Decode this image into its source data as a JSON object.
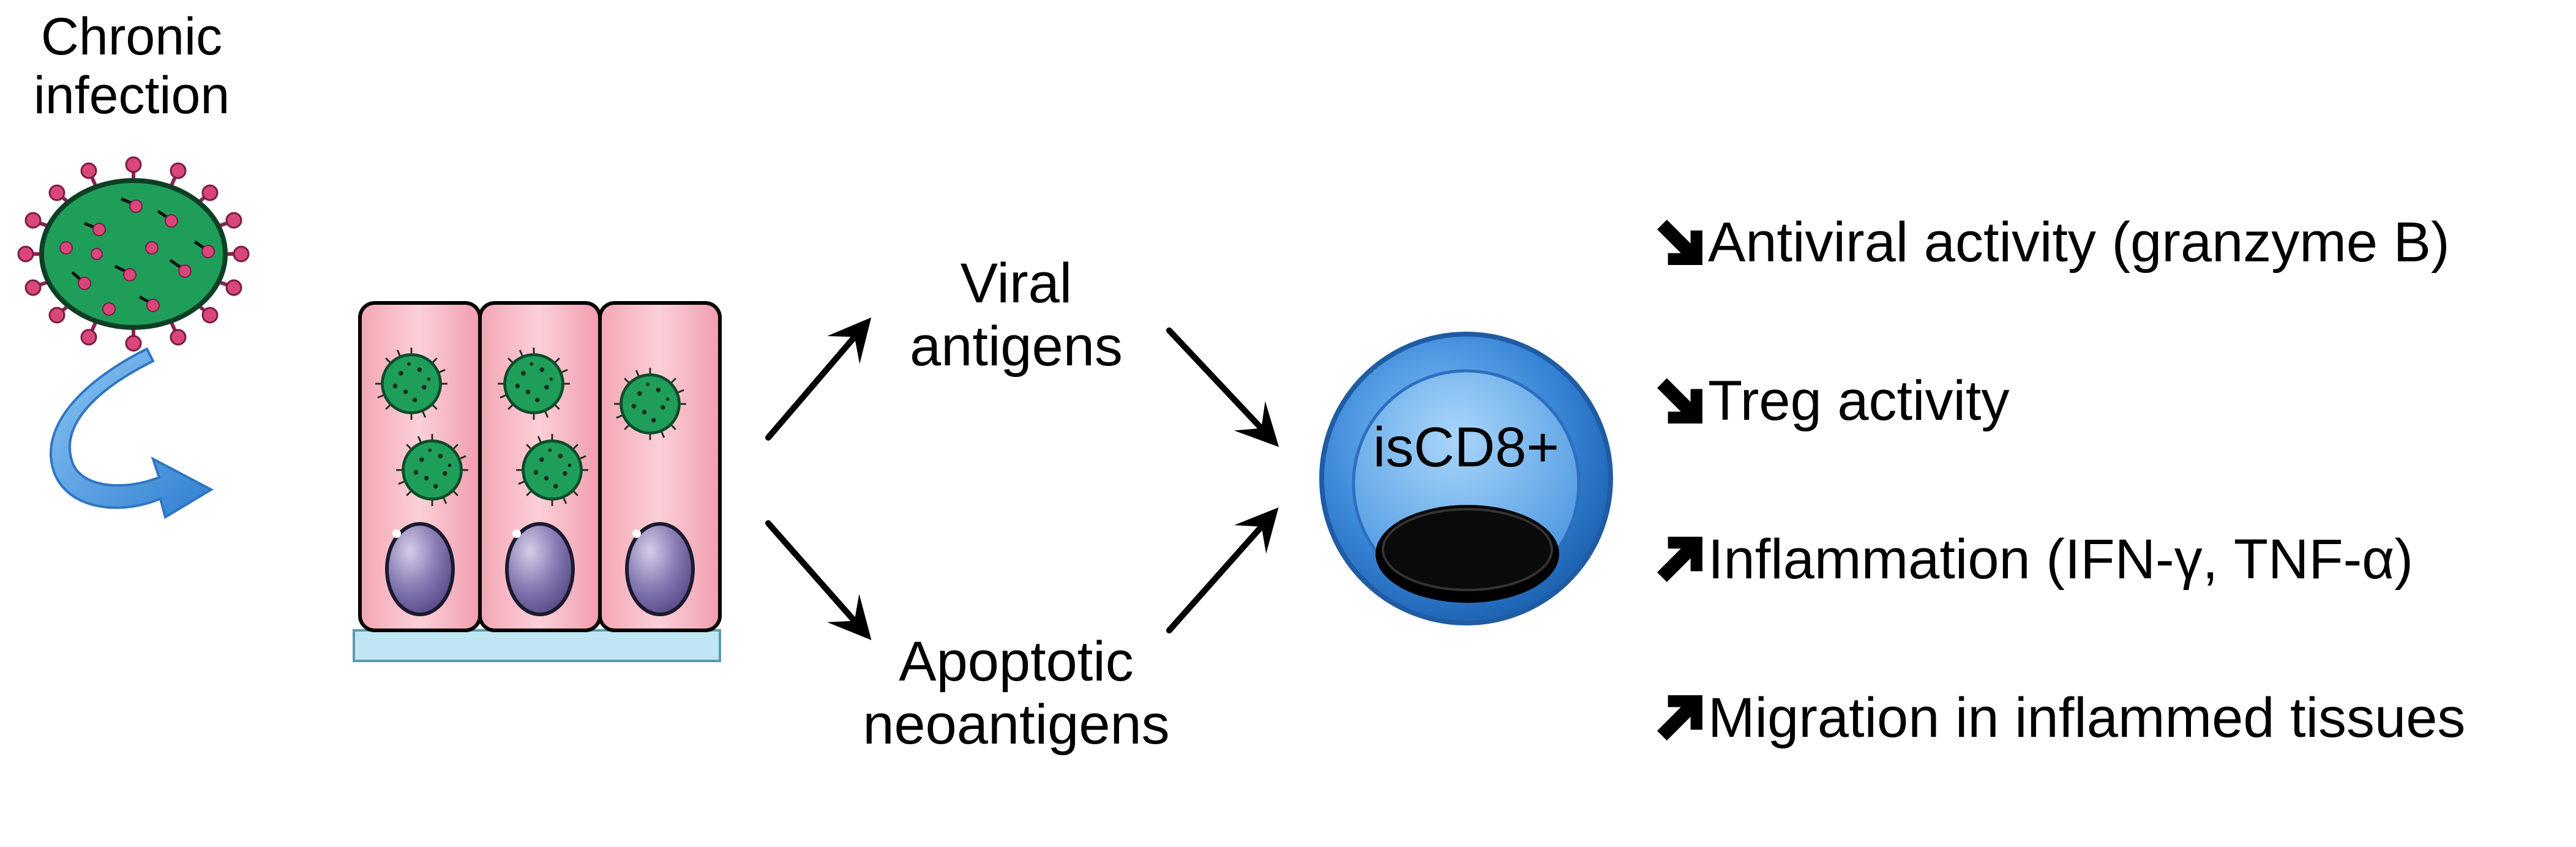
{
  "infection": {
    "label": "Chronic infection"
  },
  "pathway": {
    "viral_label": "Viral antigens",
    "apoptotic_label": "Apoptotic neoantigens"
  },
  "cell": {
    "label": "isCD8+"
  },
  "effects": [
    {
      "direction": "down",
      "icon": "arrow-down-right-icon",
      "text": "Antiviral activity (granzyme B)"
    },
    {
      "direction": "down",
      "icon": "arrow-down-right-icon",
      "text": "Treg activity"
    },
    {
      "direction": "up",
      "icon": "arrow-up-right-icon",
      "text": "Inflammation (IFN-γ, TNF-α)"
    },
    {
      "direction": "up",
      "icon": "arrow-up-right-icon",
      "text": "Migration in inflammed tissues"
    }
  ],
  "colors": {
    "virus_green": "#1f9e5a",
    "virus_spike": "#d9477a",
    "epithelium_pink": "#f7b6c2",
    "basement_blue": "#bfe6f2",
    "nucleus_purple": "#8a7cb4",
    "tcell_blue": "#3a86d8",
    "curved_arrow_blue": "#4a9be0"
  }
}
